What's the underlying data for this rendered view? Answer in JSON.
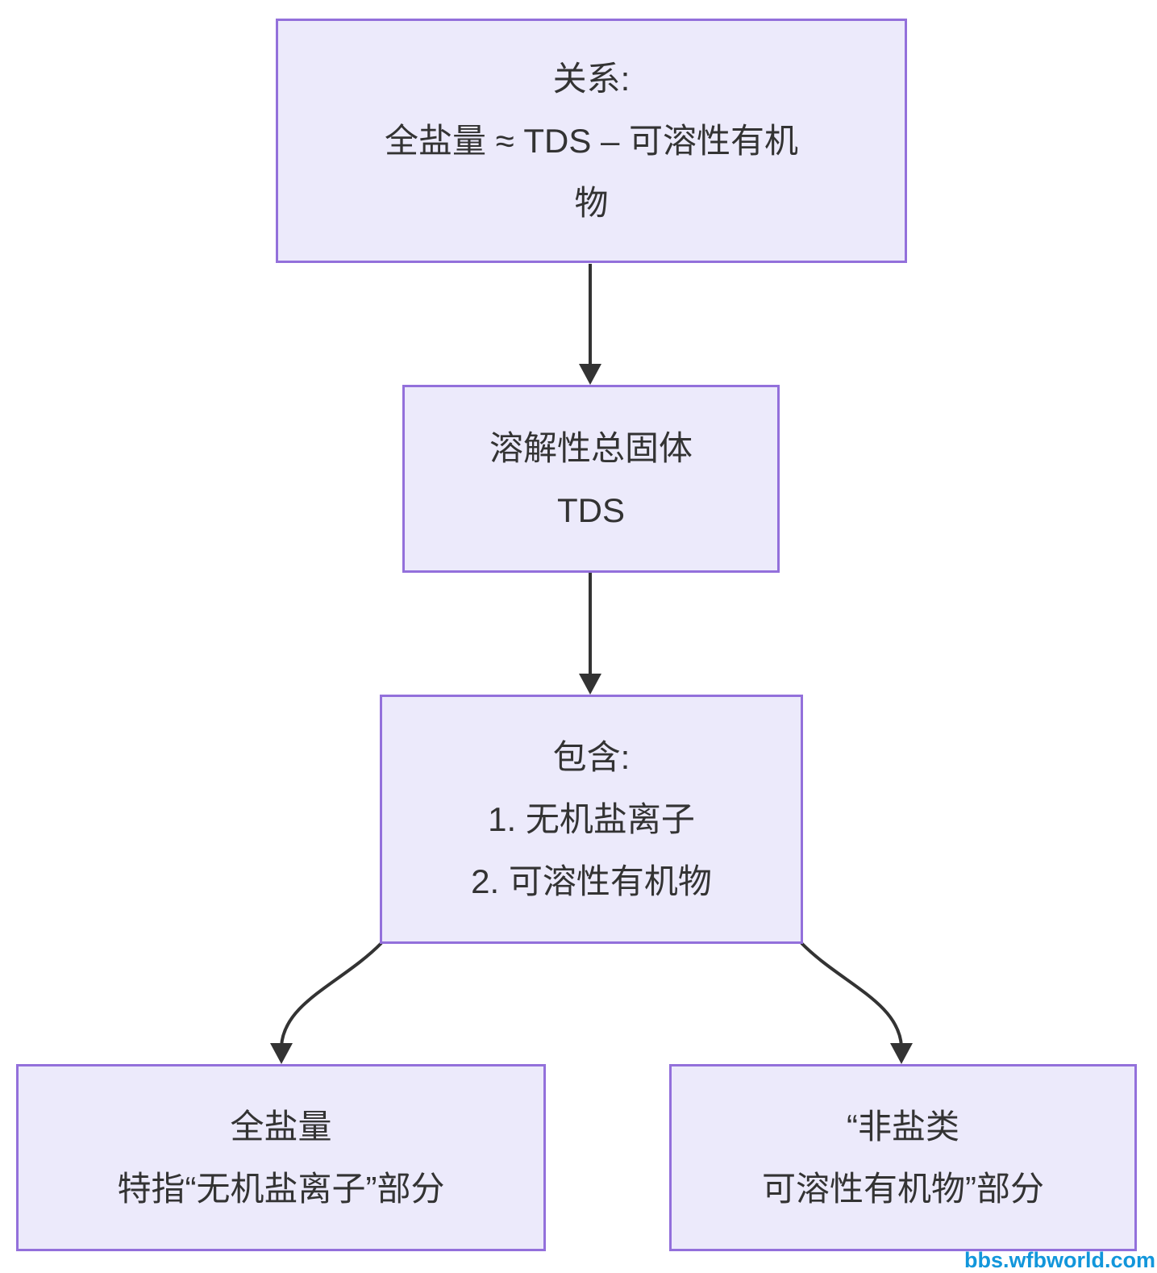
{
  "diagram": {
    "type": "flowchart",
    "direction": "top-down",
    "nodes": {
      "relation": {
        "id": "relation",
        "lines": [
          "关系:",
          "全盐量 ≈ TDS – 可溶性有机",
          "物"
        ]
      },
      "tds": {
        "id": "tds",
        "lines": [
          "溶解性总固体",
          "TDS"
        ]
      },
      "contains": {
        "id": "contains",
        "lines": [
          "包含:",
          "1. 无机盐离子",
          "2. 可溶性有机物"
        ]
      },
      "salt": {
        "id": "salt",
        "lines": [
          "全盐量",
          "特指“无机盐离子”部分"
        ]
      },
      "organic": {
        "id": "organic",
        "lines": [
          "“非盐类",
          "可溶性有机物”部分"
        ]
      }
    },
    "edges": [
      {
        "from": "relation",
        "to": "tds",
        "style": "straight-arrow"
      },
      {
        "from": "tds",
        "to": "contains",
        "style": "straight-arrow"
      },
      {
        "from": "contains",
        "to": "salt",
        "style": "curved-arrow"
      },
      {
        "from": "contains",
        "to": "organic",
        "style": "curved-arrow"
      }
    ],
    "colors": {
      "node_fill": "#ECEAFB",
      "node_border": "#9370DB",
      "edge": "#333333",
      "text": "#333333",
      "watermark": "#1296DB",
      "background": "#FFFFFF"
    },
    "watermark": "bbs.wfbworld.com"
  }
}
